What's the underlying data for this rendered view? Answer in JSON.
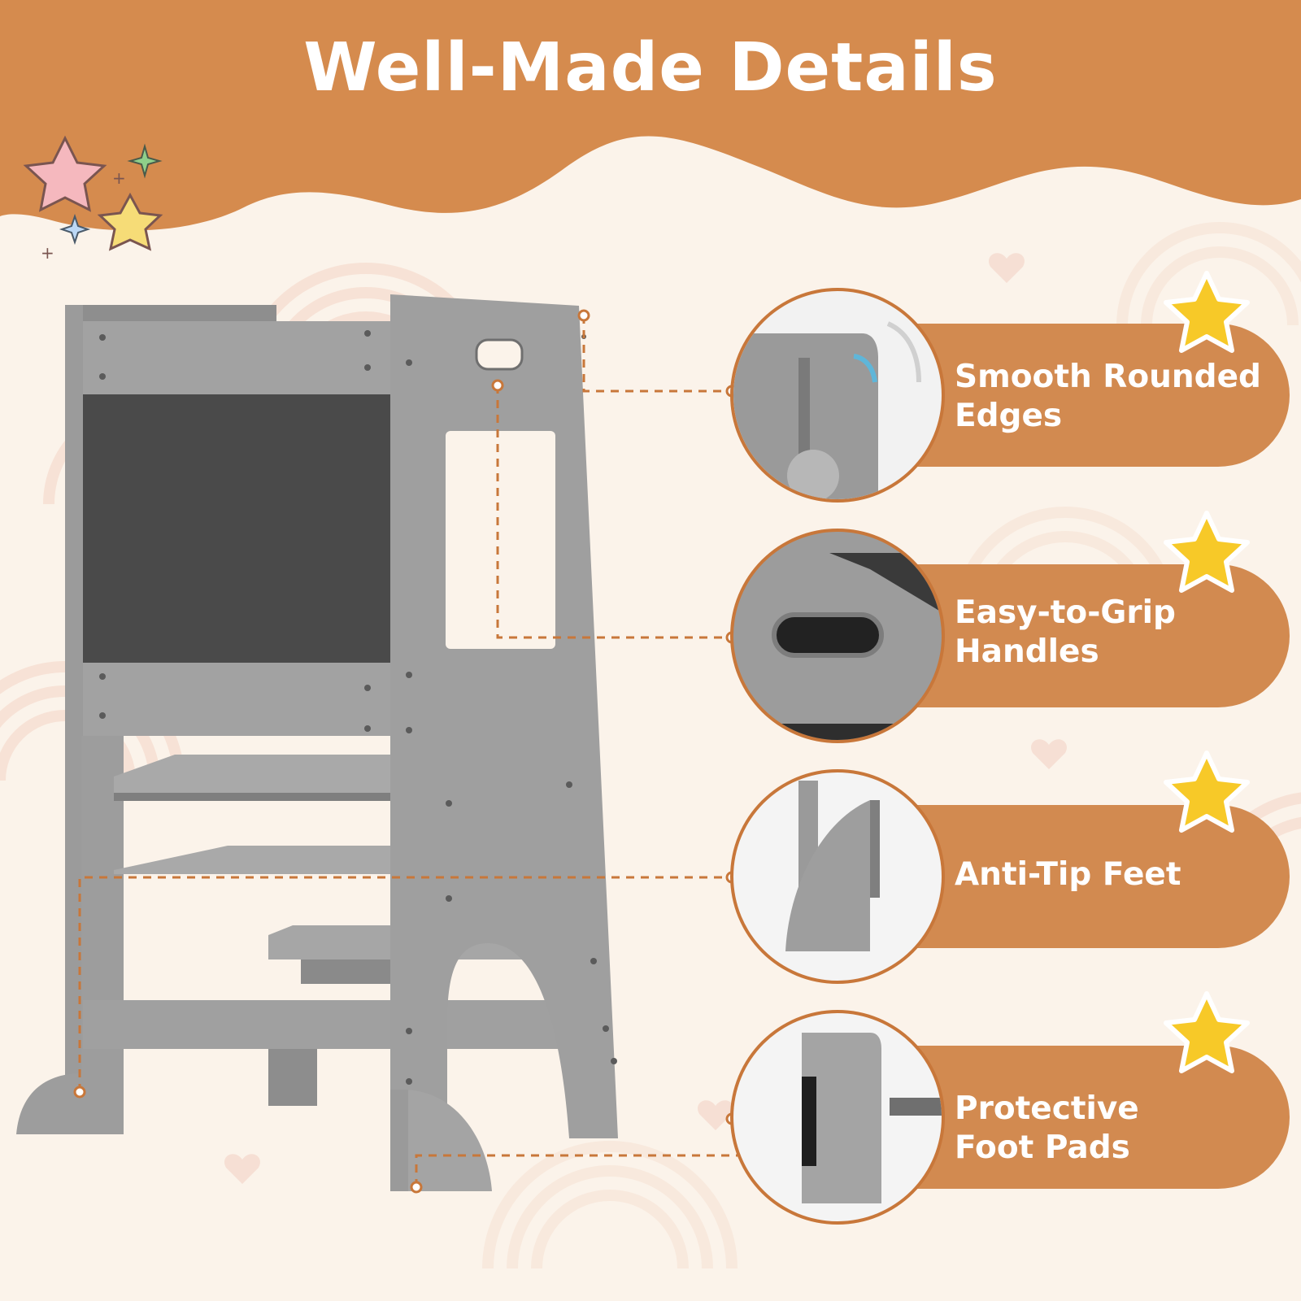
{
  "title": "Well-Made Details",
  "colors": {
    "banner": "#d58b4e",
    "background": "#fbf3ea",
    "pill": "#d28a50",
    "stool": "#9a9a9a",
    "chalkboard": "#4a4a4a",
    "dash_line": "#c8773a",
    "star": "#f7c928"
  },
  "features": [
    {
      "line1": "Smooth Rounded",
      "line2": "Edges"
    },
    {
      "line1": "Easy-to-Grip",
      "line2": "Handles"
    },
    {
      "line1": "Anti-Tip Feet",
      "line2": ""
    },
    {
      "line1": "Protective",
      "line2": "Foot Pads"
    }
  ]
}
